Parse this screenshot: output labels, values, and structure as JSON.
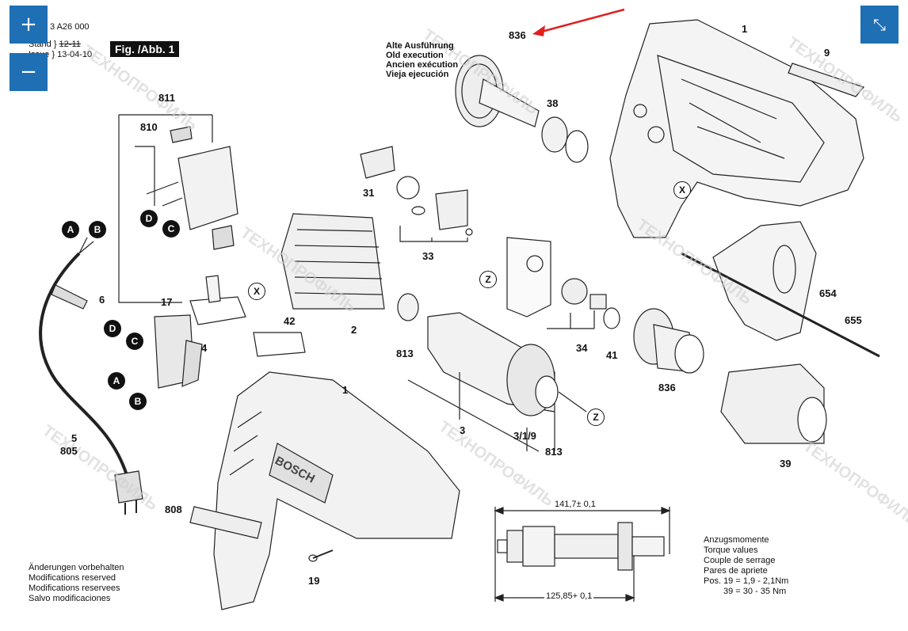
{
  "header": {
    "part_no": "3 A26 000",
    "stand_label": "Stand",
    "stand_value": "12-11",
    "issue_label": "Issue",
    "issue_value": "13-04-10",
    "figure": "Fig. /Abb. 1"
  },
  "controls": {
    "zoom_in": "+",
    "zoom_out": "−",
    "collapse": "⤡"
  },
  "old_version": [
    "Alte Ausführung",
    "Old execution",
    "Ancien exécution",
    "Vieja ejecución"
  ],
  "parts": {
    "p836a": "836",
    "p1a": "1",
    "p9": "9",
    "p38": "38",
    "p811": "811",
    "p810": "810",
    "p31": "31",
    "p33": "33",
    "p6": "6",
    "p17": "17",
    "p2": "2",
    "p42": "42",
    "p654": "654",
    "p655": "655",
    "p4": "4",
    "p813a": "813",
    "p34": "34",
    "p41": "41",
    "p836b": "836",
    "p3": "3",
    "p319": "3/1/9",
    "p813b": "813",
    "p39": "39",
    "p5": "5",
    "p805": "805",
    "p1b": "1",
    "p808": "808",
    "p19": "19"
  },
  "markers": {
    "A1": "A",
    "B1": "B",
    "D1": "D",
    "C1": "C",
    "D2": "D",
    "C2": "C",
    "A2": "A",
    "B2": "B",
    "X1": "X",
    "X2": "X",
    "Z1": "Z",
    "Z2": "Z"
  },
  "dimensions": {
    "top": "141,7± 0,1",
    "bottom": "125,85+ 0,1"
  },
  "modifications": [
    "Änderungen vorbehalten",
    "Modifications reserved",
    "Modifications reservees",
    "Salvo modificaciones"
  ],
  "torque": {
    "lines": [
      "Anzugsmomente",
      "Torque values",
      "Couple de serrage",
      "Pares de apriete"
    ],
    "pos19": "Pos. 19 = 1,9 - 2,1Nm",
    "pos39": "39 = 30 - 35 Nm"
  },
  "brand": "BOSCH",
  "watermark": "ТЕХНОПРОФИЛЬ"
}
